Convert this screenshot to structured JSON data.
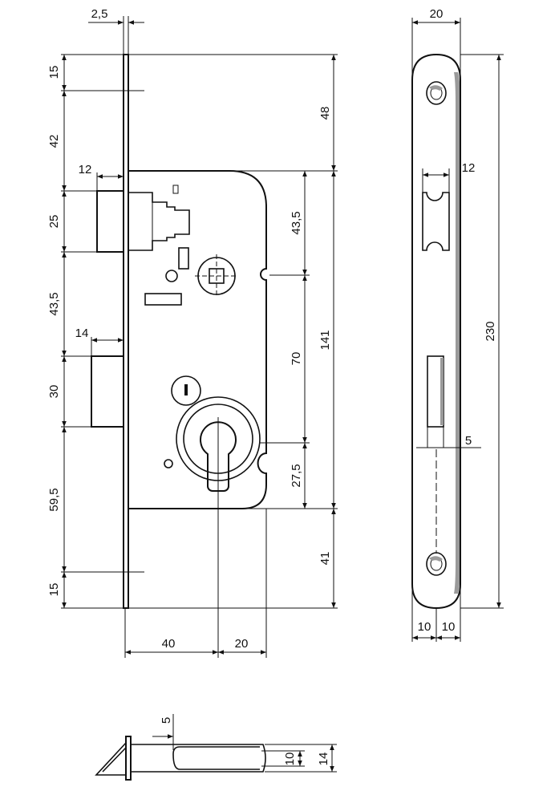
{
  "colors": {
    "line": "#111111",
    "background": "#ffffff",
    "shade": "#9a9a9a"
  },
  "lock_body": {
    "dims_left": [
      "15",
      "42",
      "25",
      "43,5",
      "30",
      "59,5",
      "15"
    ],
    "dims_right": [
      "48",
      "43,5",
      "70",
      "141",
      "27,5",
      "41"
    ],
    "dims_top": [
      "2,5",
      "12",
      "14"
    ],
    "dims_bottom": [
      "40",
      "20"
    ]
  },
  "strike_plate": {
    "dims": [
      "20",
      "12",
      "230",
      "5",
      "10",
      "10"
    ]
  },
  "latch_detail": {
    "dims": [
      "5",
      "10",
      "14"
    ]
  }
}
